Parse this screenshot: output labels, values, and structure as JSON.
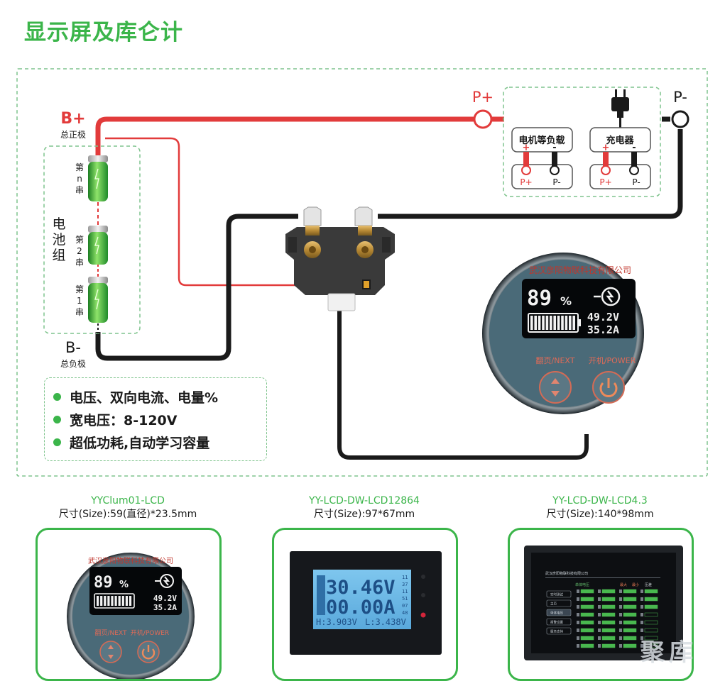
{
  "page": {
    "title": "显示屏及库仑计"
  },
  "diagram": {
    "p_plus": "P+",
    "p_minus": "P-",
    "b_plus": "B+",
    "b_plus_sub": "总正极",
    "b_minus": "B-",
    "b_minus_sub": "总负极",
    "battery_group": [
      "电",
      "池",
      "组"
    ],
    "cells": [
      {
        "label": [
          "第",
          "n",
          "串"
        ]
      },
      {
        "label": [
          "第",
          "2",
          "串"
        ]
      },
      {
        "label": [
          "第",
          "1",
          "串"
        ]
      }
    ],
    "load_label": "电机等负载",
    "charger_label": "充电器",
    "plus_sign": "+",
    "minus_sign": "-",
    "terminal_plus": "P+",
    "terminal_minus": "P-"
  },
  "display": {
    "company": "武汉彦阳物联科技有限公司",
    "percent": "89",
    "percent_unit": "%",
    "voltage": "49.2V",
    "current": "35.2A",
    "next_label": "翻页/NEXT",
    "power_label": "开机/POWER"
  },
  "features": [
    "电压、双向电流、电量%",
    "宽电压：8-120V",
    "超低功耗,自动学习容量"
  ],
  "products": [
    {
      "model": "YYClum01-LCD",
      "size": "尺寸(Size):59(直径)*23.5mm"
    },
    {
      "model": "YY-LCD-DW-LCD12864",
      "size": "尺寸(Size):97*67mm"
    },
    {
      "model": "YY-LCD-DW-LCD4.3",
      "size": "尺寸(Size):140*98mm"
    }
  ],
  "lcd12864": {
    "voltage": "30.46V",
    "current": "00.00A",
    "high": "H:3.903V",
    "low": "L:3.438V",
    "side": [
      "11",
      "37",
      "11",
      "51",
      "07",
      "48"
    ]
  },
  "lcd43": {
    "company": "武汉彦阳物联科技有限公司",
    "header": "单体电压",
    "max_label": "最大",
    "min_label": "最小",
    "diff_label": "压差",
    "menu": [
      "实时测试",
      "主页",
      "单体电压",
      "报警设置",
      "服务支持"
    ]
  },
  "watermark": "聚库",
  "colors": {
    "green": "#3bb54a",
    "red": "#e23b3b",
    "black": "#1a1a1a",
    "display_bg": "#4a6a78"
  }
}
